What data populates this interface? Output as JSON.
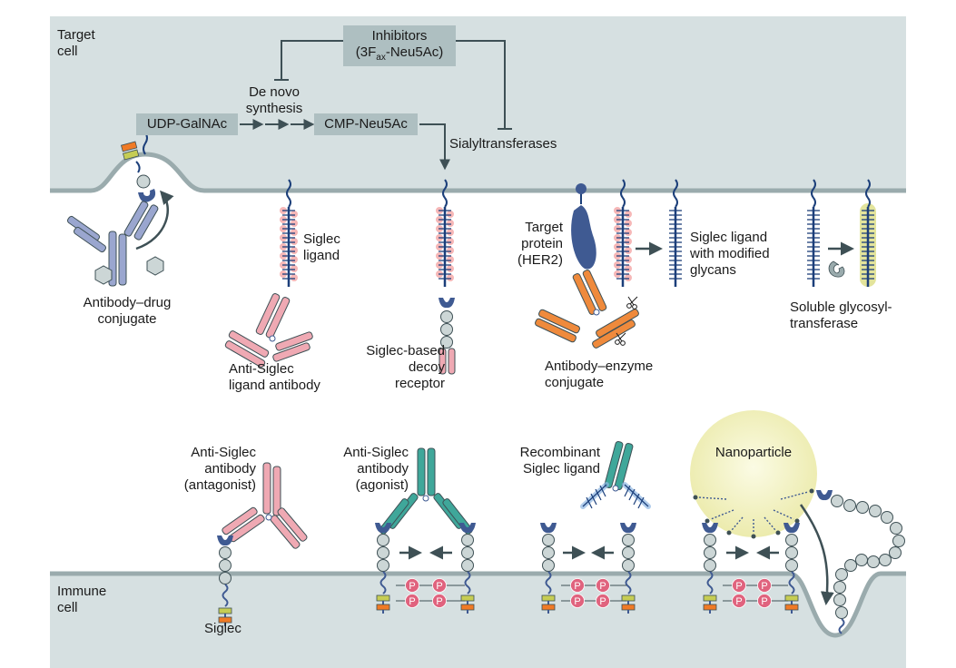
{
  "colors": {
    "target_cell_fill": "#d6e0e1",
    "immune_cell_fill": "#d6e0e1",
    "membrane": "#9aabad",
    "label_box": "#aebfc1",
    "arrow": "#3e5055",
    "chain_blue": "#9aa6cf",
    "antibody_pink": "#efa9b3",
    "antibody_orange": "#ef8a3c",
    "antibody_teal": "#3fa79a",
    "siglec_dark_blue": "#3f5a92",
    "glycan_blue": "#1c3f7a",
    "glycan_halo_pink": "#f6b7b7",
    "glycan_halo_green": "#e3e49c",
    "bead_grey": "#ccd6d6",
    "tag_orange": "#f07a25",
    "tag_yellow": "#c6cd54",
    "phospho_pink": "#e0637e",
    "nanoparticle_yellow": "#f3f1b3"
  },
  "compartments": {
    "target_cell": "Target\ncell",
    "immune_cell": "Immune\ncell"
  },
  "pathway": {
    "inhibitors_line1": "Inhibitors",
    "inhibitors_line2_pre": "(3F",
    "inhibitors_line2_sub": "ax",
    "inhibitors_line2_post": "-Neu5Ac)",
    "de_novo": "De novo\nsynthesis",
    "udp_galnac": "UDP-GalNAc",
    "cmp_neu5ac": "CMP-Neu5Ac",
    "sialyltransferases": "Sialyltransferases"
  },
  "top_labels": {
    "adc": "Antibody–drug\nconjugate",
    "siglec_ligand": "Siglec\nligand",
    "anti_siglec_ligand_antibody": "Anti-Siglec\nligand antibody",
    "decoy_receptor": "Siglec-based\ndecoy\nreceptor",
    "target_protein": "Target\nprotein\n(HER2)",
    "antibody_enzyme": "Antibody–enzyme\nconjugate",
    "modified_glycans": "Siglec ligand\nwith modified\nglycans",
    "soluble_gt": "Soluble glycosyl-\ntransferase"
  },
  "bottom_labels": {
    "antagonist": "Anti-Siglec\nantibody\n(antagonist)",
    "agonist": "Anti-Siglec\nantibody\n(agonist)",
    "recombinant": "Recombinant\nSiglec ligand",
    "nanoparticle": "Nanoparticle",
    "siglec": "Siglec",
    "phospho": "P"
  }
}
